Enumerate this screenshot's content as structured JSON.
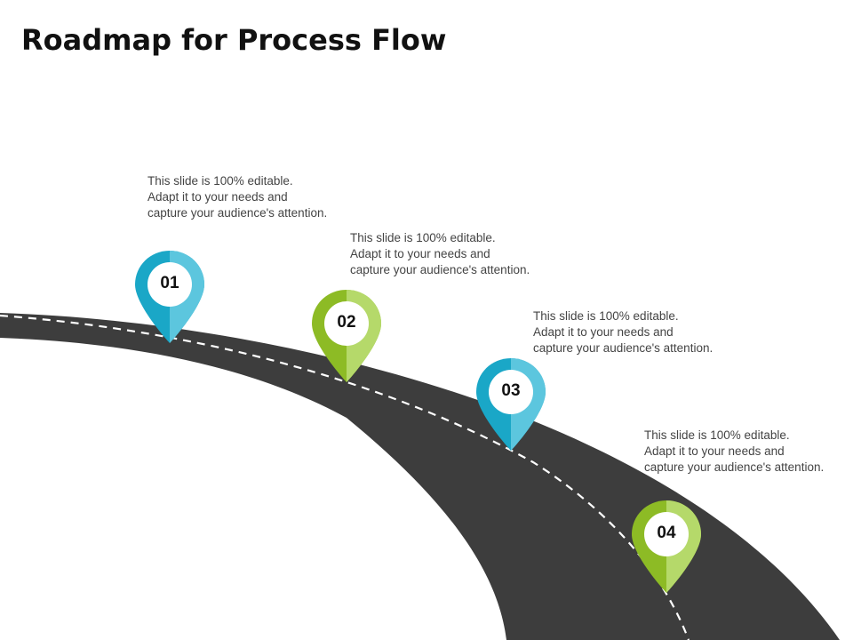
{
  "slide": {
    "title": "Roadmap for Process Flow"
  },
  "colors": {
    "road": "#3d3d3d",
    "lane": "#ffffff",
    "teal": "#1aa7c7",
    "teal_light": "#5cc6de",
    "green": "#8dbb25",
    "green_light": "#b5d96a"
  },
  "milestones": [
    {
      "number": "01",
      "color": "teal",
      "text": [
        "This slide is 100% editable.",
        "Adapt it to your needs and",
        "capture your audience's attention."
      ]
    },
    {
      "number": "02",
      "color": "green",
      "text": [
        "This slide is 100% editable.",
        "Adapt it to your needs and",
        "capture your audience's attention."
      ]
    },
    {
      "number": "03",
      "color": "teal",
      "text": [
        "This slide is 100% editable.",
        "Adapt it to your needs and",
        "capture your audience's attention."
      ]
    },
    {
      "number": "04",
      "color": "green",
      "text": [
        "This slide is 100% editable.",
        "Adapt it to your needs and",
        "capture your audience's attention."
      ]
    }
  ]
}
